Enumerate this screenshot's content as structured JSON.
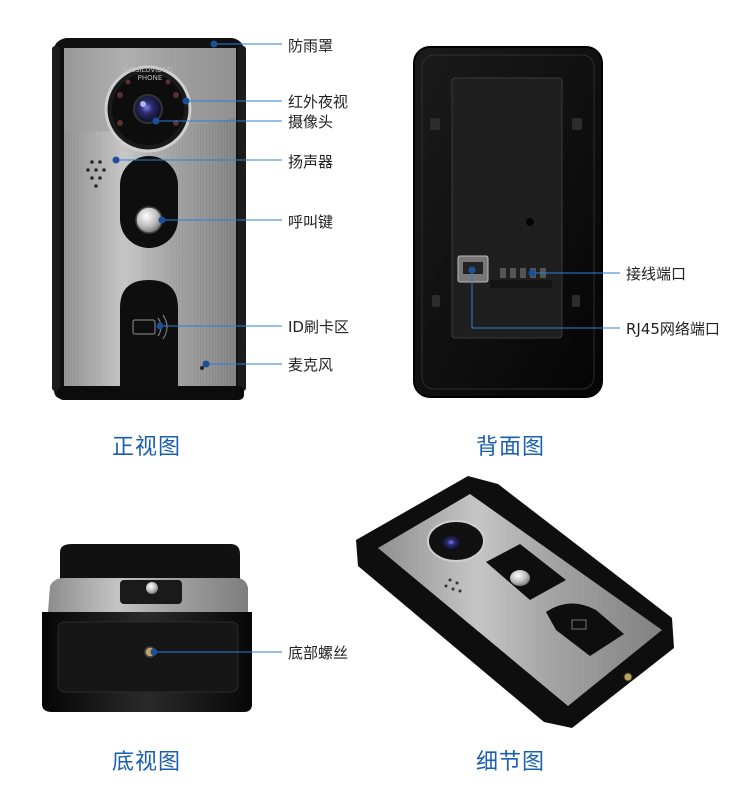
{
  "views": {
    "front": {
      "caption": "正视图",
      "labels": {
        "rain_cover": "防雨罩",
        "ir_night_vision": "红外夜视",
        "camera": "摄像头",
        "speaker": "扬声器",
        "call_button": "呼叫键",
        "id_card_area": "ID刷卡区",
        "microphone": "麦克风"
      },
      "lens_ring_text": "XINSILUVIDEO · PHONE"
    },
    "back": {
      "caption": "背面图",
      "labels": {
        "wiring_port": "接线端口",
        "rj45_port": "RJ45网络端口"
      }
    },
    "bottom": {
      "caption": "底视图",
      "labels": {
        "bottom_screw": "底部螺丝"
      }
    },
    "detail": {
      "caption": "细节图"
    }
  },
  "colors": {
    "caption": "#1a5fb0",
    "callout_line": "#2c7fd6",
    "callout_dot": "#1a4f9a",
    "housing": "#121212",
    "brushed_metal": "#a9a9a9"
  }
}
